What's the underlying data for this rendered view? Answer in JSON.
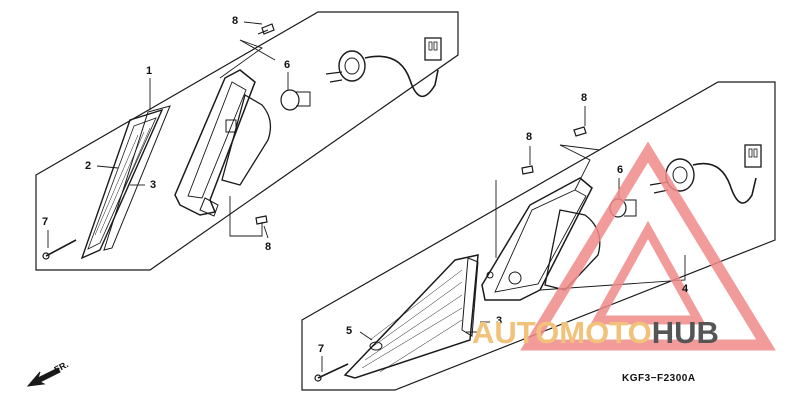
{
  "diagram": {
    "code": "KGF3−F2300A",
    "direction_label": "FR.",
    "callouts_left": {
      "c1": "1",
      "c2": "2",
      "c3": "3",
      "c6": "6",
      "c7": "7",
      "c8_top": "8",
      "c8_bottom": "8"
    },
    "callouts_right": {
      "c3": "3",
      "c4": "4",
      "c5": "5",
      "c6": "6",
      "c7": "7",
      "c8_top": "8",
      "c8_mid": "8"
    }
  },
  "watermark": {
    "part_a": "AUTOMOTO",
    "part_b": "HUB",
    "color_a": "#f3c27a",
    "color_b": "#555555",
    "triangle_color": "#f08a8a"
  }
}
